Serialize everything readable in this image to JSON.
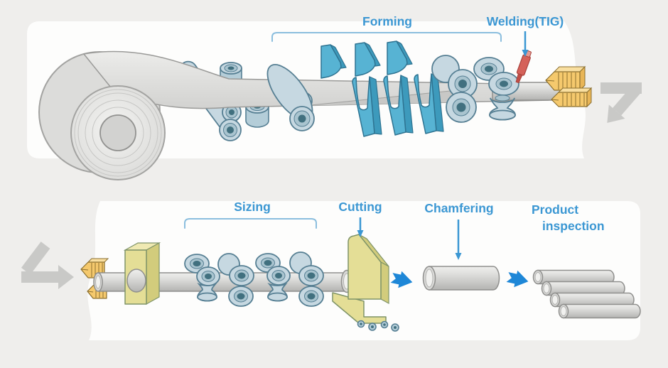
{
  "stages": {
    "forming": {
      "label": "Forming"
    },
    "welding": {
      "label": "Welding(TIG)"
    },
    "sizing": {
      "label": "Sizing"
    },
    "cutting": {
      "label": "Cutting"
    },
    "chamfering": {
      "label": "Chamfering"
    },
    "product_inspection": {
      "label_line1": "Product",
      "label_line2": "inspection"
    }
  },
  "colors": {
    "background": "#efeeec",
    "panel_white": "#fdfdfc",
    "label_blue": "#3b97d3",
    "bracket_blue": "#8bbede",
    "flow_arrow_blue": "#1e87d7",
    "big_arrow_gray": "#c9c9c7",
    "steel_gray": "#dcdcda",
    "roller_blue": "#c6d8e1",
    "roller_dark": "#41707f",
    "fin_blue": "#57b3d3",
    "machine_yellow": "#e4de96",
    "clamp_yellow": "#f5c96d",
    "torch_red": "#d5625a"
  }
}
